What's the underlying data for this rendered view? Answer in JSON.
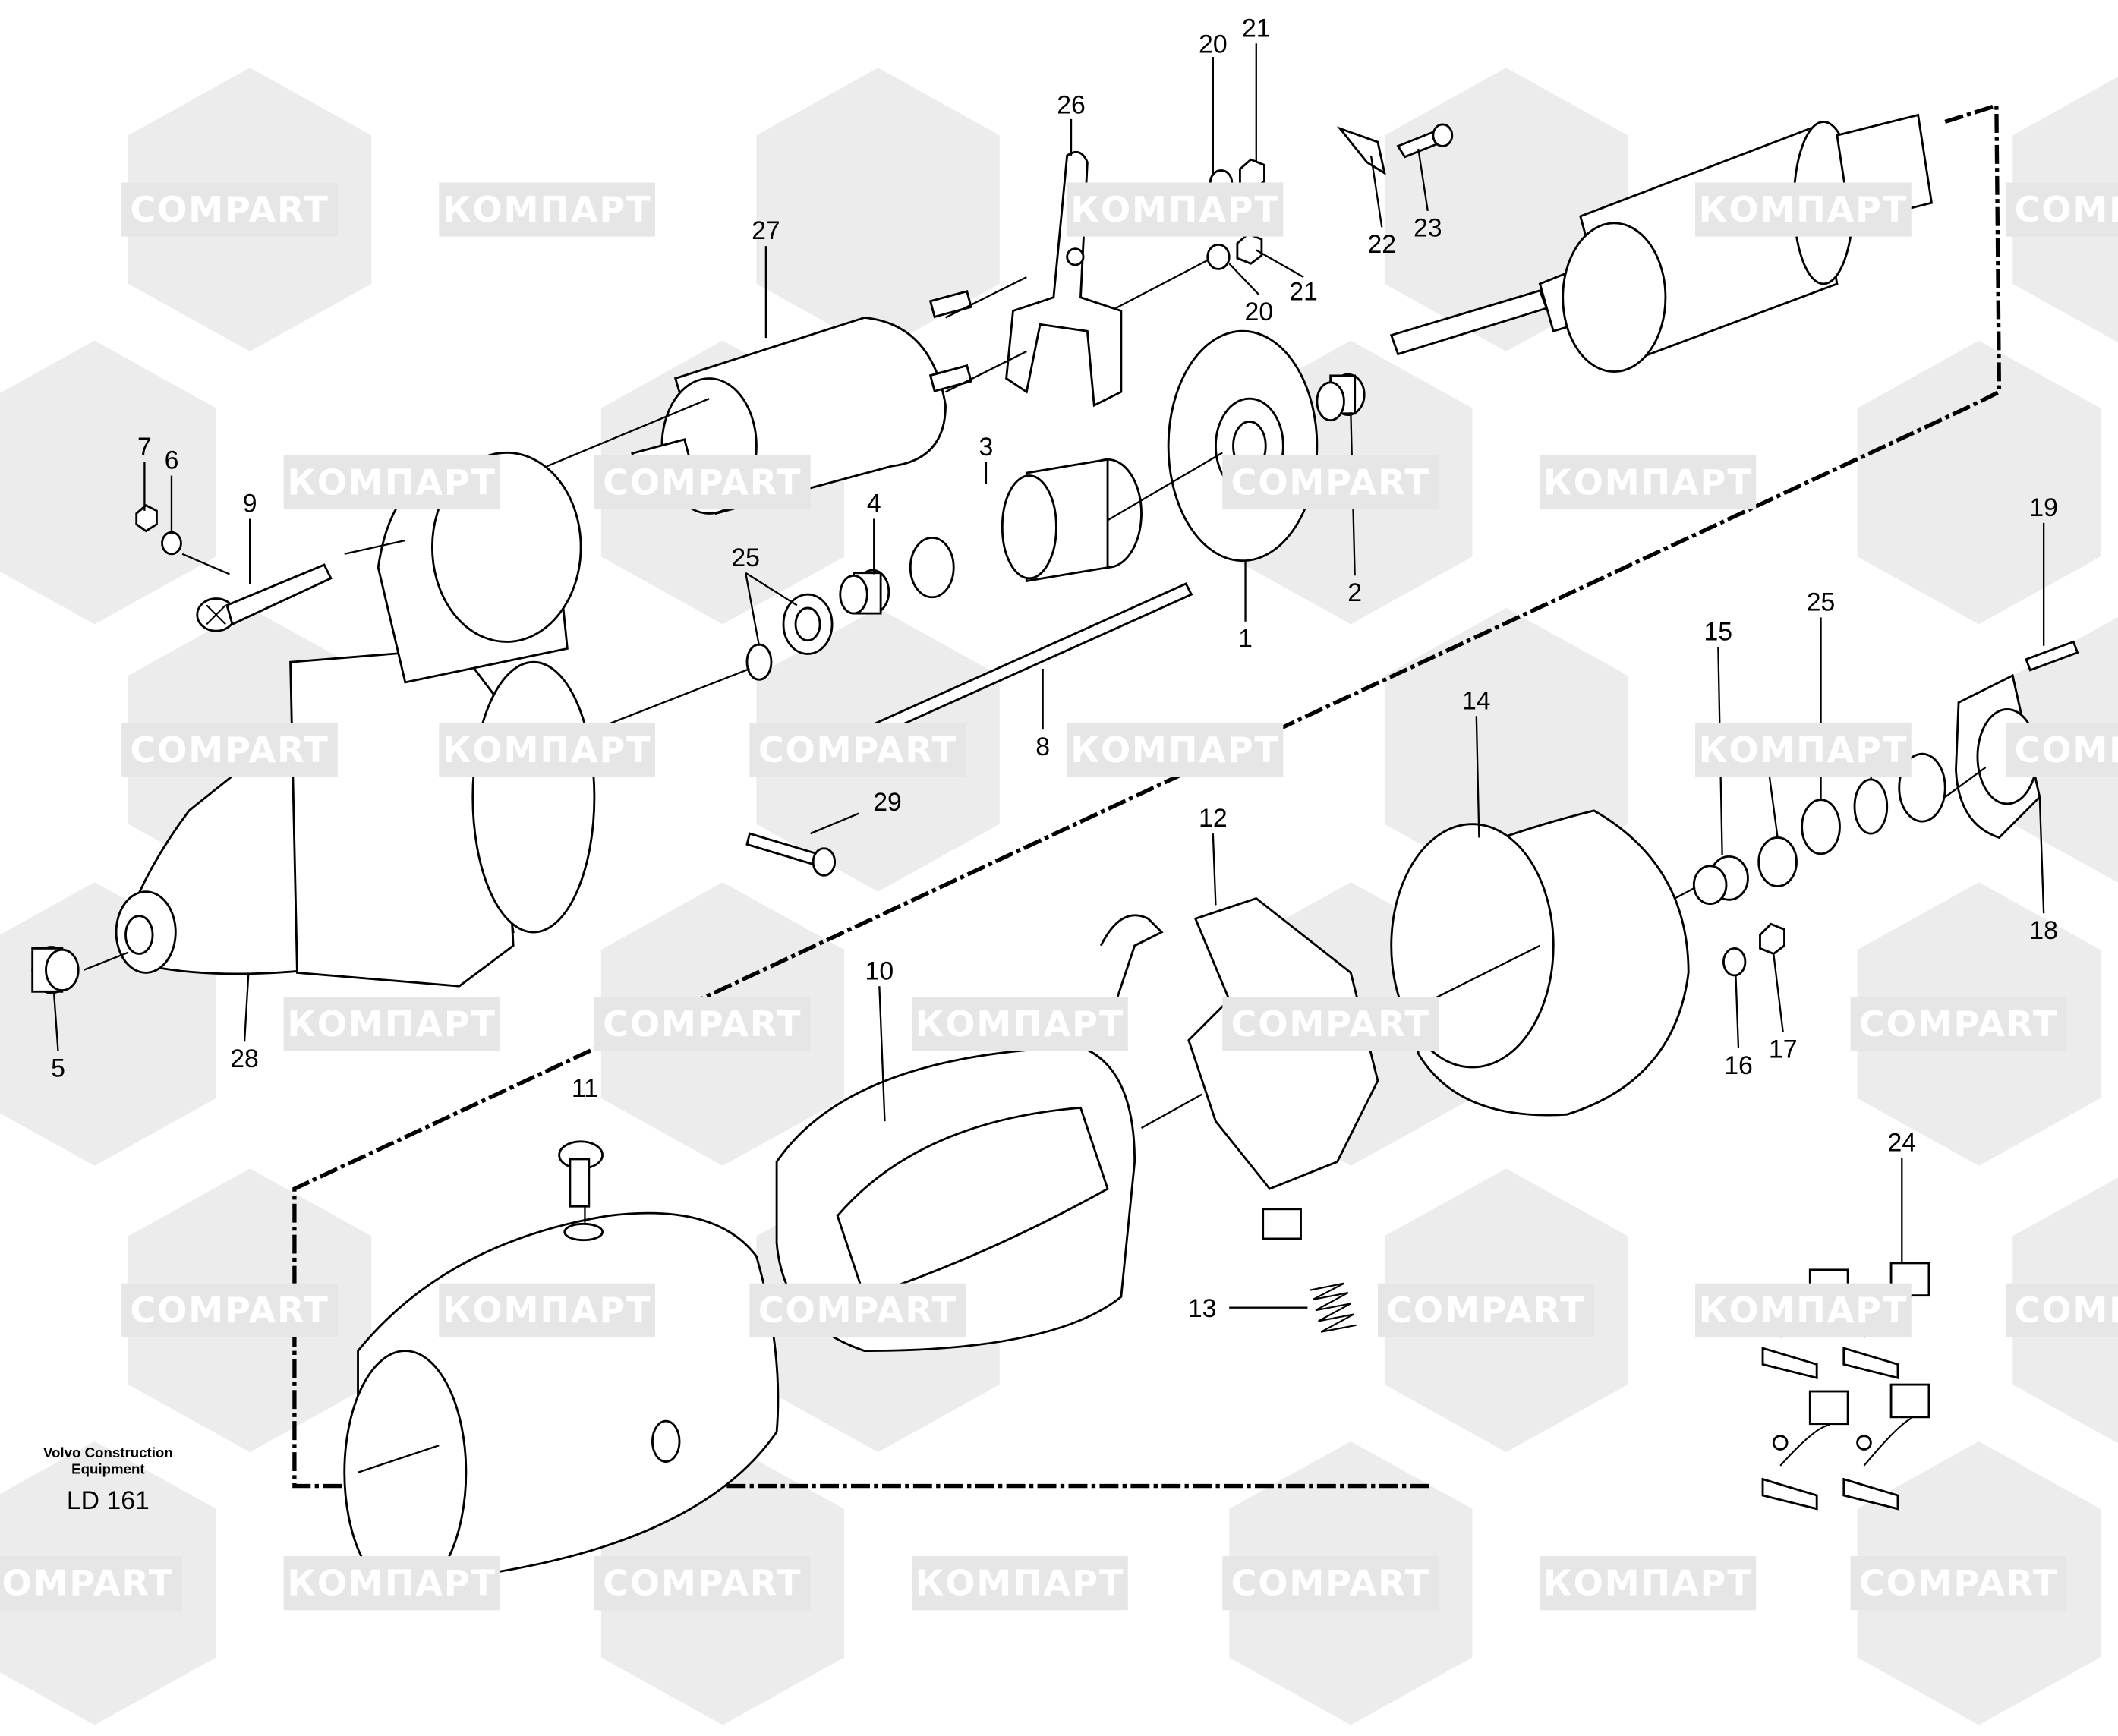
{
  "diagram": {
    "title_block": {
      "publisher_line1": "Volvo Construction",
      "publisher_line2": "Equipment",
      "drawing_code": "LD 161"
    },
    "watermark": {
      "text_cyrillic": "КОМПАРТ",
      "text_latin": "COMPART"
    },
    "callouts": [
      "1",
      "2",
      "3",
      "4",
      "5",
      "6",
      "7",
      "8",
      "9",
      "10",
      "11",
      "12",
      "13",
      "14",
      "15",
      "16",
      "17",
      "18",
      "19",
      "20",
      "20",
      "21",
      "21",
      "22",
      "23",
      "24",
      "25",
      "25",
      "26",
      "27",
      "28",
      "29"
    ]
  }
}
